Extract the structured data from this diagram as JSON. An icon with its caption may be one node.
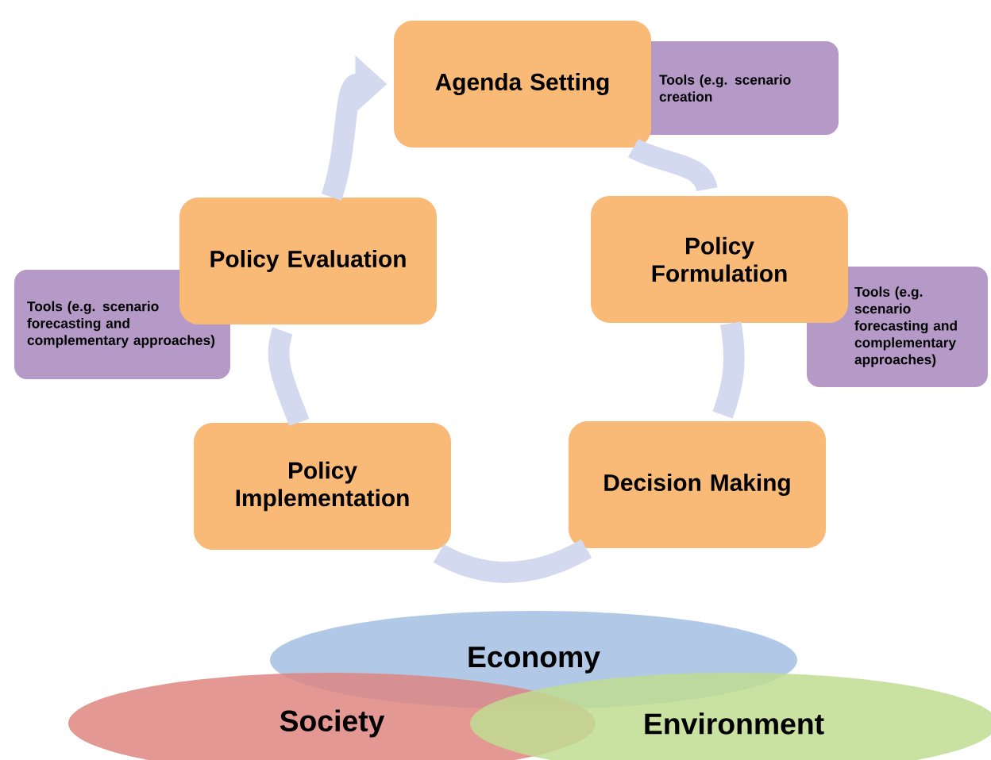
{
  "diagram": {
    "nodes": [
      {
        "text": [
          "Agenda Setting"
        ]
      },
      {
        "text": [
          "Tools (e.g. scenario creation"
        ]
      },
      {
        "text": [
          "Policy Evaluation"
        ]
      },
      {
        "text": [
          "Policy Formulation"
        ]
      },
      {
        "text": [
          "Tools (e.g. scenario forecasting and complementary approaches)"
        ]
      },
      {
        "text": [
          "Tools (e.g. scenario forecasting and complementary approaches)"
        ]
      },
      {
        "text": [
          "Policy Implementation"
        ]
      },
      {
        "text": [
          "Decision Making"
        ]
      },
      {
        "text": [
          "Economy"
        ]
      },
      {
        "text": [
          "Society"
        ]
      },
      {
        "text": [
          "Environment"
        ]
      }
    ],
    "edges": [
      {
        "from": 0,
        "to": 3,
        "arrow": "none"
      },
      {
        "from": 3,
        "to": 7,
        "arrow": "none"
      },
      {
        "from": 7,
        "to": 6,
        "arrow": "none"
      },
      {
        "from": 6,
        "to": 2,
        "arrow": "none"
      },
      {
        "from": 2,
        "to": 0,
        "arrow": "to"
      }
    ]
  }
}
